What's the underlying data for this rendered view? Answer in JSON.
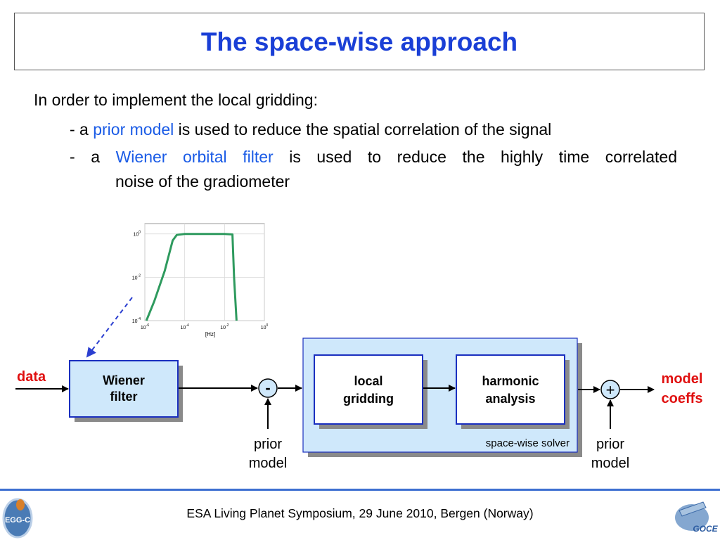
{
  "slide": {
    "title": "The space-wise approach",
    "intro": "In order to implement the local gridding:",
    "bullet1": {
      "prefix": "- a ",
      "highlight": "prior model",
      "rest": " is used to reduce the spatial correlation of the signal"
    },
    "bullet2": {
      "prefix": "- a ",
      "highlight": "Wiener orbital filter",
      "rest": " is used to reduce the highly time correlated",
      "continuation": "noise of the gradiometer"
    },
    "footer": "ESA Living Planet Symposium, 29 June 2010, Bergen (Norway)"
  },
  "diagram": {
    "input_label": "data",
    "wiener_box": [
      "Wiener",
      "filter"
    ],
    "minus_op": "-",
    "plus_op": "+",
    "local_box": [
      "local",
      "gridding"
    ],
    "harmonic_box": [
      "harmonic",
      "analysis"
    ],
    "solver_label": "space-wise solver",
    "prior_left": [
      "prior",
      "model"
    ],
    "prior_right": [
      "prior",
      "model"
    ],
    "output_label": [
      "model",
      "coeffs"
    ],
    "accent_red": "#e01010",
    "box_fill": "#cfe8fb",
    "box_stroke": "#1a2fbf"
  },
  "inset_chart": {
    "y_ticks": [
      {
        "base": "10",
        "exp": "0"
      },
      {
        "base": "10",
        "exp": "-2"
      },
      {
        "base": "10",
        "exp": "-4"
      }
    ],
    "x_ticks": [
      {
        "base": "10",
        "exp": "-6"
      },
      {
        "base": "10",
        "exp": "-4"
      },
      {
        "base": "10",
        "exp": "-2"
      },
      {
        "base": "10",
        "exp": "0"
      }
    ],
    "x_unit": "[Hz]",
    "line_color": "#2e9a5e"
  },
  "chart_data": {
    "type": "line",
    "title": "",
    "xlabel": "[Hz]",
    "ylabel": "",
    "xscale": "log",
    "yscale": "log",
    "xlim": [
      1e-06,
      1
    ],
    "ylim": [
      0.0001,
      3
    ],
    "grid": true,
    "series": [
      {
        "x": [
          1.2e-06,
          3e-06,
          1e-05,
          2.5e-05,
          4e-05,
          0.0001,
          0.001,
          0.01,
          0.025,
          0.03,
          0.04
        ],
        "y": [
          0.0001,
          0.0008,
          0.02,
          0.5,
          0.9,
          1.0,
          1.0,
          1.0,
          0.95,
          0.01,
          0.0001
        ]
      }
    ]
  },
  "logos": {
    "left": "EGG-C",
    "right": "GOCE"
  }
}
